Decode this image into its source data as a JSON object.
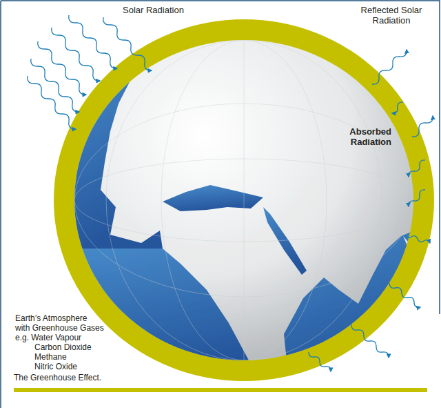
{
  "diagram": {
    "caption": "The Greenhouse Effect.",
    "labels": [
      "Solar Radiation",
      "Reflected Solar Radiation",
      "Absorbed Radiation",
      "Earth’s Atmosphere",
      "with Greenhouse Gases",
      "e.g. Water Vapour",
      "Carbon Dioxide",
      "Methane",
      "Nitric Oxide"
    ]
  }
}
